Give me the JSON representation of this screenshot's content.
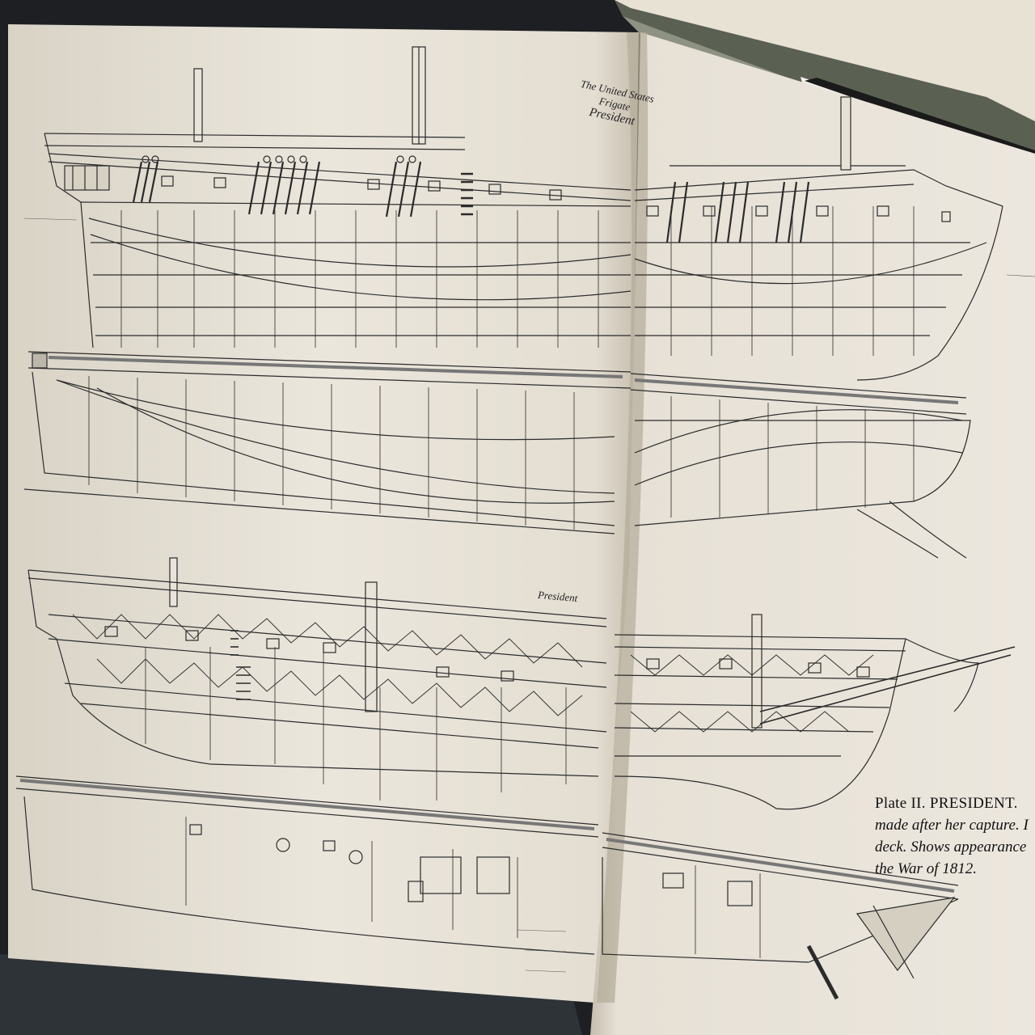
{
  "plate_caption": {
    "line1": "Plate II. PRESIDENT.",
    "line2": "made after her capture. I",
    "line3": "deck. Shows appearance",
    "line4": "the War of 1812."
  },
  "drawing_labels": {
    "top_title_line1": "The United States Frigate",
    "top_title_line2": "President",
    "bottom_title": "President"
  },
  "colors": {
    "paper": "#e9e4da",
    "paper_shadow": "#cfc8ba",
    "ink": "#2a2a2a",
    "background": "#1d1f22"
  }
}
